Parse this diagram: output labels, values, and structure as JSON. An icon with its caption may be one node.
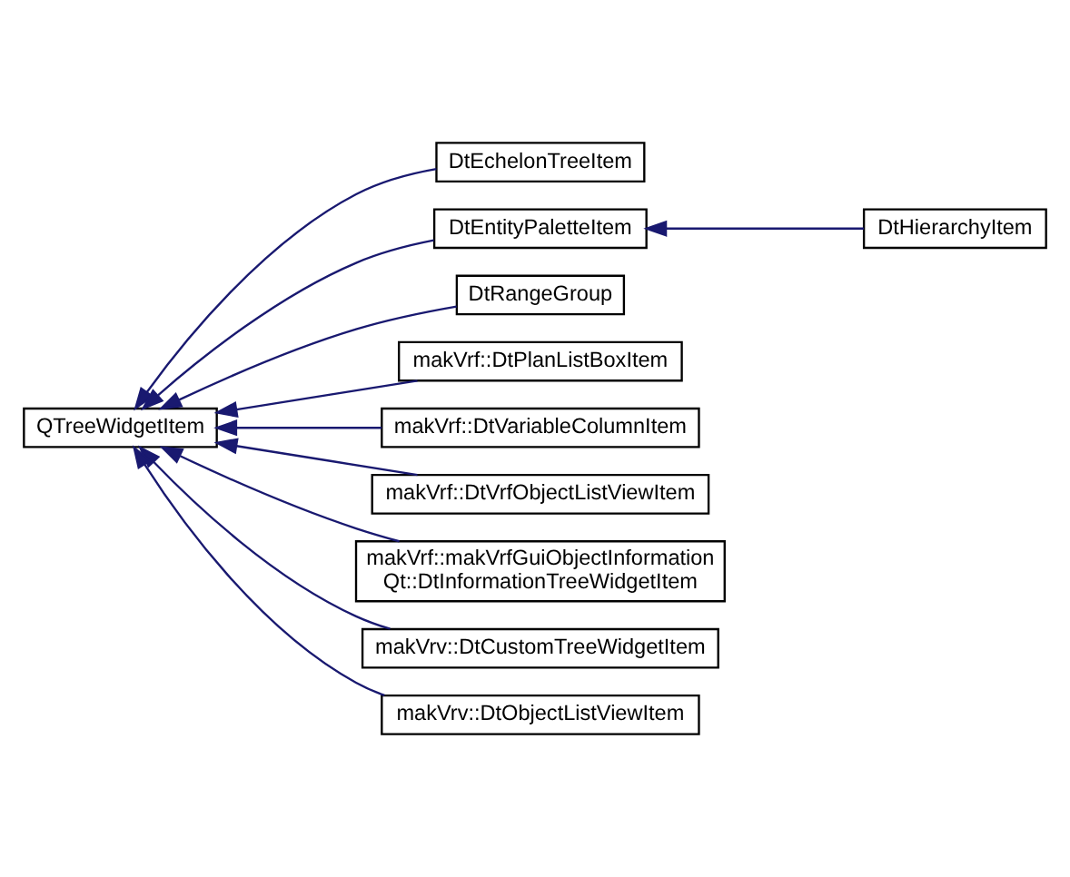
{
  "diagram": {
    "nodes": [
      {
        "text": [
          "QTreeWidgetItem"
        ]
      },
      {
        "text": [
          "DtEchelonTreeItem"
        ]
      },
      {
        "text": [
          "DtEntityPaletteItem"
        ]
      },
      {
        "text": [
          "DtHierarchyItem"
        ]
      },
      {
        "text": [
          "DtRangeGroup"
        ]
      },
      {
        "text": [
          "makVrf::DtPlanListBoxItem"
        ]
      },
      {
        "text": [
          "makVrf::DtVariableColumnItem"
        ]
      },
      {
        "text": [
          "makVrf::DtVrfObjectListViewItem"
        ]
      },
      {
        "text": [
          "makVrf::makVrfGuiObjectInformation Qt::DtInformationTreeWidgetItem"
        ]
      },
      {
        "text": [
          "makVrv::DtCustomTreeWidgetItem"
        ]
      },
      {
        "text": [
          "makVrv::DtObjectListViewItem"
        ]
      }
    ],
    "edges": [
      {
        "from": 1,
        "to": 0,
        "arrow": "to"
      },
      {
        "from": 2,
        "to": 0,
        "arrow": "to"
      },
      {
        "from": 3,
        "to": 2,
        "arrow": "to"
      },
      {
        "from": 4,
        "to": 0,
        "arrow": "to"
      },
      {
        "from": 5,
        "to": 0,
        "arrow": "to"
      },
      {
        "from": 6,
        "to": 0,
        "arrow": "to"
      },
      {
        "from": 7,
        "to": 0,
        "arrow": "to"
      },
      {
        "from": 8,
        "to": 0,
        "arrow": "to"
      },
      {
        "from": 9,
        "to": 0,
        "arrow": "to"
      },
      {
        "from": 10,
        "to": 0,
        "arrow": "to"
      }
    ]
  }
}
